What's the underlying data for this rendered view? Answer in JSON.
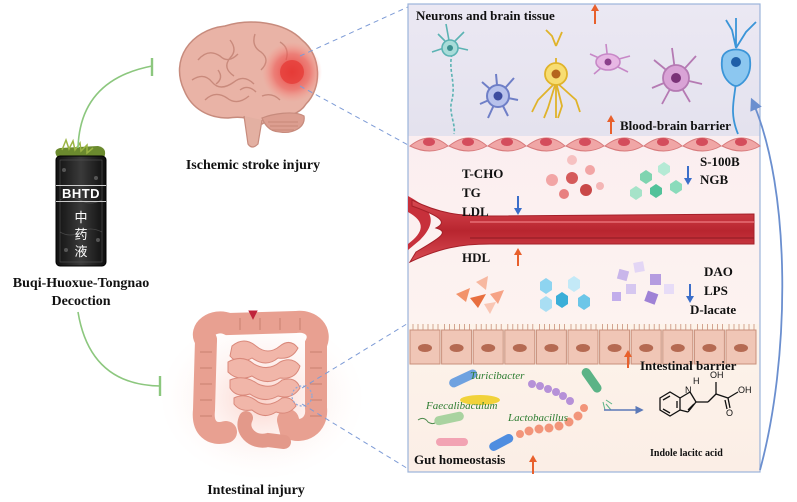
{
  "left": {
    "box_text_top": "BHTD",
    "box_text_chars": [
      "中",
      "药",
      "液"
    ],
    "decoction_line1": "Buqi-Huoxue-Tongnao",
    "decoction_line2": "Decoction",
    "stroke_label": "Ischemic stroke injury",
    "intestinal_label": "Intestinal injury"
  },
  "panel": {
    "neurons_title": "Neurons and brain tissue",
    "bbb_label": "Blood-brain barrier",
    "blood_markers_left": [
      "T-CHO",
      "TG",
      "LDL"
    ],
    "hdl_label": "HDL",
    "serum_markers_right": [
      "S-100B",
      "NGB"
    ],
    "gut_markers": [
      "DAO",
      "LPS",
      "D-lacate"
    ],
    "intestinal_barrier_label": "Intestinal barrier",
    "gut_homeostasis_label": "Gut homeostasis",
    "bacteria": [
      "Turicibacter",
      "Faecalibaculum",
      "Lactobacillus"
    ],
    "metabolite_label": "Indole lacitc acid",
    "chem_labels": [
      "H",
      "N",
      "OH",
      "O",
      "OH"
    ]
  },
  "colors": {
    "up_arrow": "#e8602c",
    "down_arrow": "#3b6ec9",
    "inhibit_line": "#8cc77e",
    "red_arrow": "#c0243b",
    "panel_border": "#9bb3da",
    "vessel": "#c7303b"
  }
}
